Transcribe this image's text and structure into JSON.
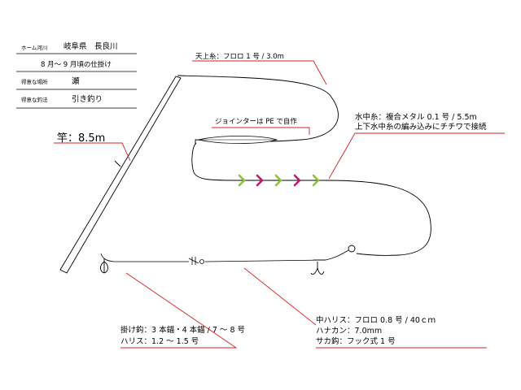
{
  "info_table": {
    "rows": [
      {
        "key": "ホーム河川",
        "value": "岐阜県　長良川"
      },
      {
        "key": "",
        "value": "8 月～ 9 月頃の仕掛け"
      },
      {
        "key": "得意な場所",
        "value": "瀬"
      },
      {
        "key": "得意な釣法",
        "value": "引き釣り"
      }
    ]
  },
  "labels": {
    "rod": "竿：8.5m",
    "tenjou": "天上糸：フロロ 1 号 / 3.0m",
    "jointer": "ジョインターは PE で自作",
    "suichu_1": "水中糸：複合メタル 0.1 号 / 5.5m",
    "suichu_2": "上下水中糸の編み込みにチチワで接続",
    "kake_1": "掛け鈎：3 本錨・4 本錨 / 7 ～ 8 号",
    "kake_2": "ハリス：1.2 ～ 1.5 号",
    "naka_1": "中ハリス：フロロ 0.8 号 / 40ｃｍ",
    "naka_2": "ハナカン：7.0mm",
    "naka_3": "サカ鈎：フック式 1 号"
  },
  "colors": {
    "leader": "#d42020",
    "marker_green": "#8cc43c",
    "marker_magenta": "#c0186a",
    "line": "#000000",
    "table_rule": "#000000"
  }
}
